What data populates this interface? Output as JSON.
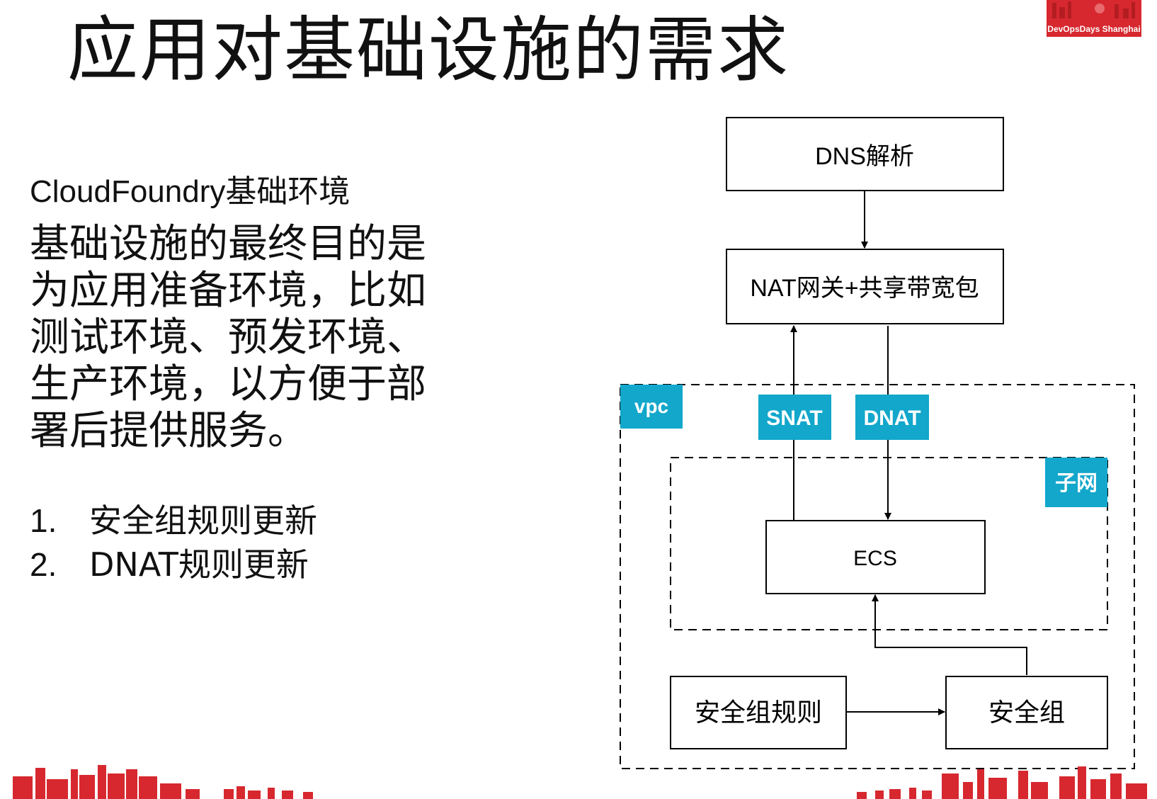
{
  "slide": {
    "title": "应用对基础设施的需求",
    "subtitle": "CloudFoundry基础环境",
    "paragraph": "基础设施的最终目的是为应用准备环境，比如测试环境、预发环境、生产环境，以方便于部署后提供服务。",
    "steps": [
      {
        "num": "1.",
        "text": "安全组规则更新"
      },
      {
        "num": "2.",
        "text": "DNAT规则更新"
      }
    ]
  },
  "logo": {
    "text": "DevOpsDays Shanghai"
  },
  "diagram": {
    "nodes": {
      "dns": "DNS解析",
      "nat": "NAT网关+共享带宽包",
      "ecs": "ECS",
      "sg_rule": "安全组规则",
      "sg": "安全组"
    },
    "tags": {
      "vpc": "vpc",
      "subnet": "子网",
      "snat": "SNAT",
      "dnat": "DNAT"
    }
  },
  "colors": {
    "accent": "#12a7cb",
    "brand_red": "#d7282f",
    "line": "#000000"
  }
}
